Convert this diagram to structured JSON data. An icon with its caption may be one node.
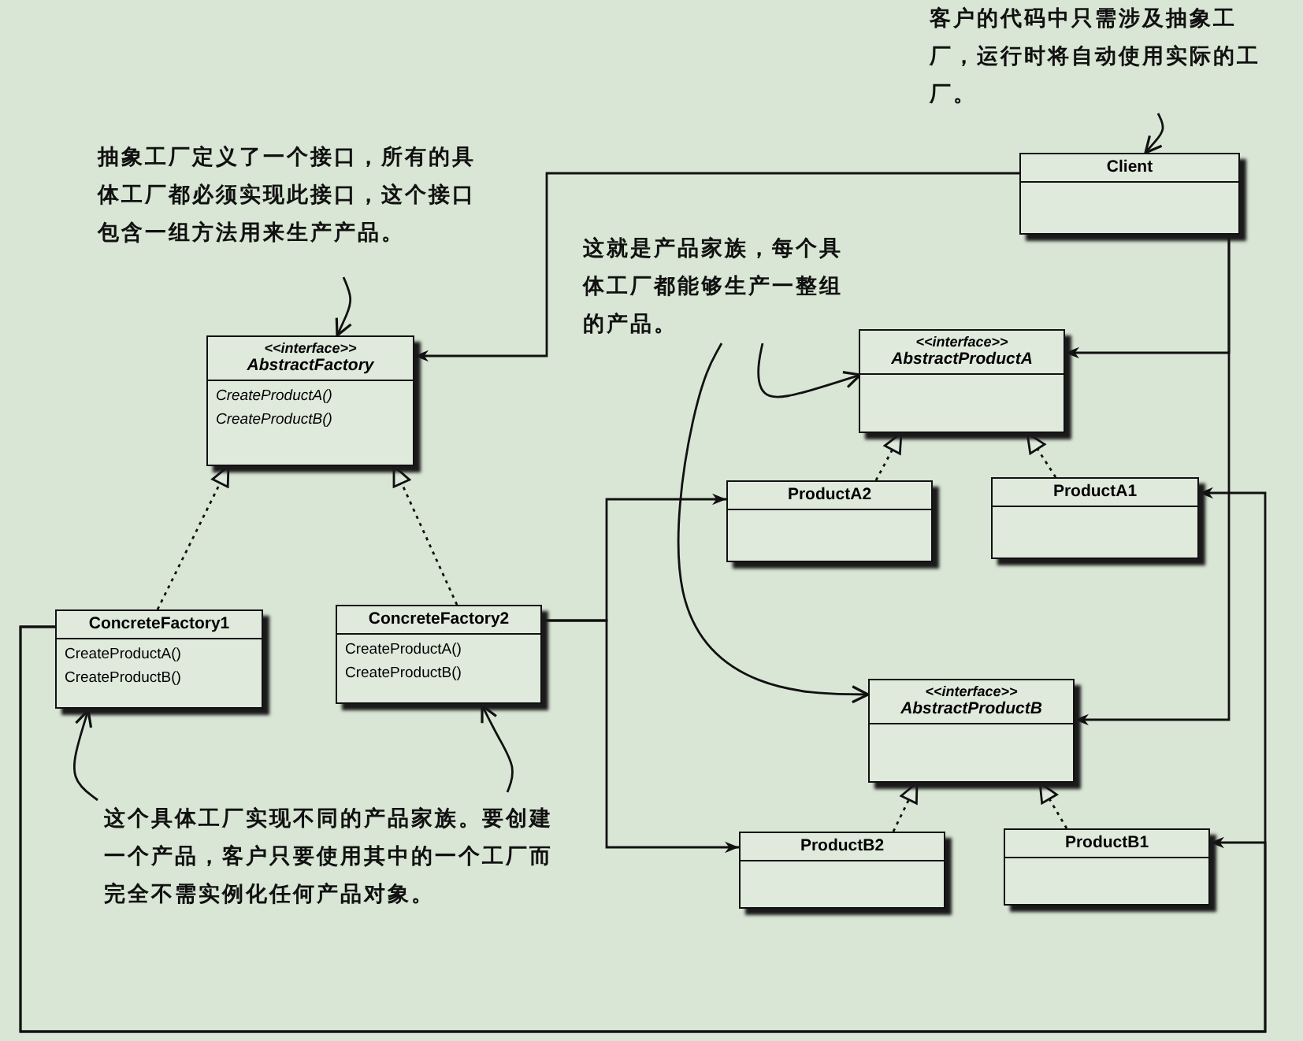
{
  "diagram": {
    "nodes": [
      {
        "text": [
          "Client"
        ]
      },
      {
        "text": [
          "<<interface>>",
          "AbstractFactory",
          "CreateProductA()",
          "CreateProductB()"
        ]
      },
      {
        "text": [
          "ConcreteFactory1",
          "CreateProductA()",
          "CreateProductB()"
        ]
      },
      {
        "text": [
          "ConcreteFactory2",
          "CreateProductA()",
          "CreateProductB()"
        ]
      },
      {
        "text": [
          "<<interface>>",
          "AbstractProductA"
        ]
      },
      {
        "text": [
          "ProductA2"
        ]
      },
      {
        "text": [
          "ProductA1"
        ]
      },
      {
        "text": [
          "<<interface>>",
          "AbstractProductB"
        ]
      },
      {
        "text": [
          "ProductB2"
        ]
      },
      {
        "text": [
          "ProductB1"
        ]
      },
      {
        "text": [
          "抽象工厂定义了一个接口，所有的具体工厂都必须实现此接口，这个接口包含一组方法用来生产产品。"
        ]
      },
      {
        "text": [
          "客户的代码中只需涉及抽象工厂，运行时将自动使用实际的工厂。"
        ]
      },
      {
        "text": [
          "这就是产品家族，每个具体工厂都能够生产一整组的产品。"
        ]
      },
      {
        "text": [
          "这个具体工厂实现不同的产品家族。要创建一个产品，客户只要使用其中的一个工厂而完全不需实例化任何产品对象。"
        ]
      }
    ],
    "edges": [
      {
        "from": 0,
        "to": 1,
        "arrow": "to"
      },
      {
        "from": 0,
        "to": 4,
        "arrow": "to"
      },
      {
        "from": 0,
        "to": 7,
        "arrow": "to"
      },
      {
        "from": 2,
        "to": 1,
        "arrow": "to",
        "style": "dashed"
      },
      {
        "from": 3,
        "to": 1,
        "arrow": "to",
        "style": "dashed"
      },
      {
        "from": 2,
        "to": 6,
        "arrow": "to"
      },
      {
        "from": 2,
        "to": 9,
        "arrow": "to"
      },
      {
        "from": 3,
        "to": 5,
        "arrow": "to"
      },
      {
        "from": 3,
        "to": 8,
        "arrow": "to"
      },
      {
        "from": 5,
        "to": 4,
        "arrow": "to",
        "style": "dashed"
      },
      {
        "from": 6,
        "to": 4,
        "arrow": "to",
        "style": "dashed"
      },
      {
        "from": 8,
        "to": 7,
        "arrow": "to",
        "style": "dashed"
      },
      {
        "from": 9,
        "to": 7,
        "arrow": "to",
        "style": "dashed"
      },
      {
        "from": 10,
        "to": 1,
        "arrow": "to"
      },
      {
        "from": 11,
        "to": 0,
        "arrow": "to"
      },
      {
        "from": 12,
        "to": 4,
        "arrow": "to"
      },
      {
        "from": 12,
        "to": 7,
        "arrow": "to"
      },
      {
        "from": 13,
        "to": 2,
        "arrow": "to"
      },
      {
        "from": 13,
        "to": 3,
        "arrow": "to"
      }
    ]
  }
}
